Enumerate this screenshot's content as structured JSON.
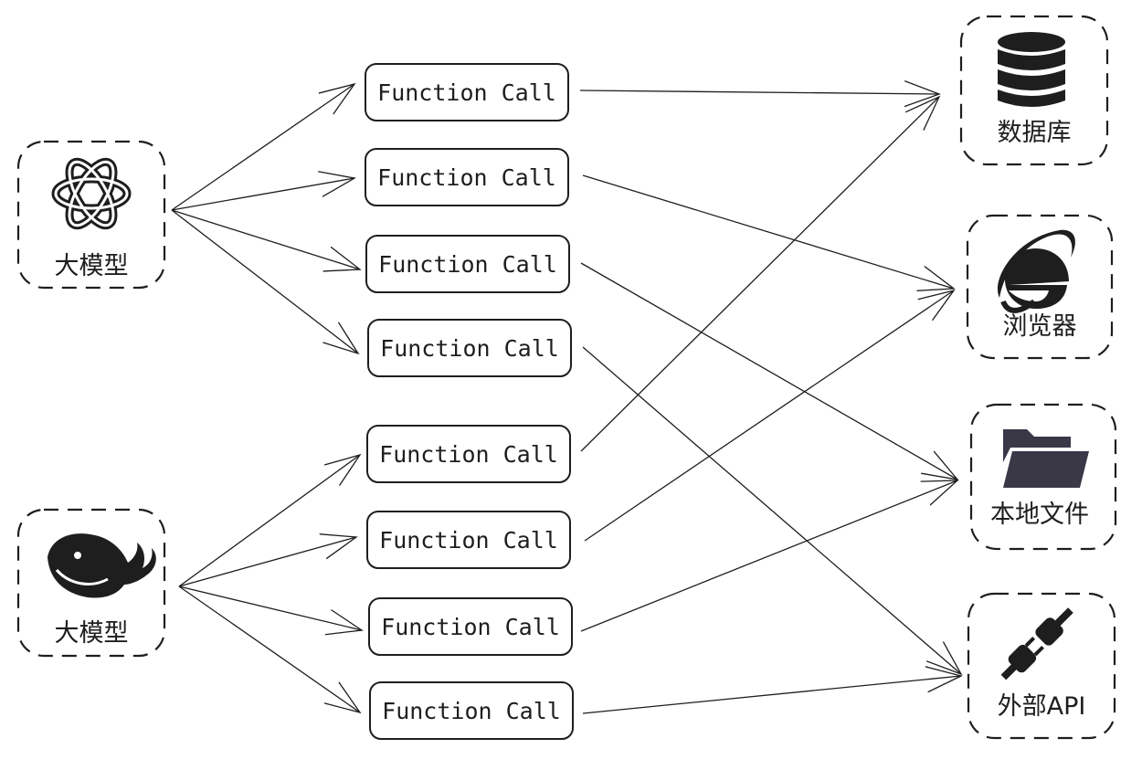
{
  "models": [
    {
      "label": "大模型",
      "icon": "openai-logo-icon"
    },
    {
      "label": "大模型",
      "icon": "deepseek-whale-icon"
    }
  ],
  "function_calls": [
    {
      "label": "Function Call"
    },
    {
      "label": "Function Call"
    },
    {
      "label": "Function Call"
    },
    {
      "label": "Function Call"
    },
    {
      "label": "Function Call"
    },
    {
      "label": "Function Call"
    },
    {
      "label": "Function Call"
    },
    {
      "label": "Function Call"
    }
  ],
  "targets": [
    {
      "label": "数据库",
      "icon": "database-icon"
    },
    {
      "label": "浏览器",
      "icon": "internet-explorer-icon"
    },
    {
      "label": "本地文件",
      "icon": "folder-icon"
    },
    {
      "label": "外部API",
      "icon": "plug-icon"
    }
  ],
  "colors": {
    "stroke": "#1e1e1e",
    "fill": "#ffffff",
    "icon": "#1e1e1e",
    "folder": "#3a3847"
  }
}
